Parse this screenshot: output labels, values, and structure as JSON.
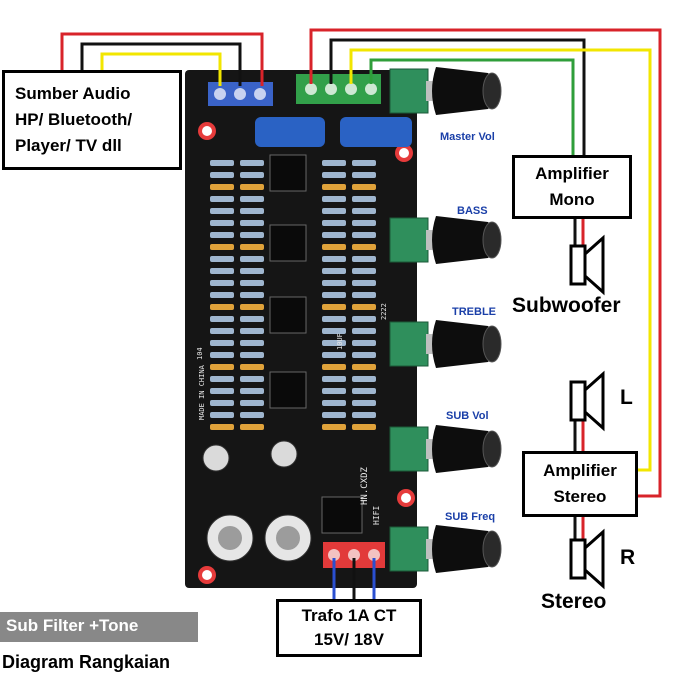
{
  "boxes": {
    "source": "Sumber Audio\nHP/ Bluetooth/\nPlayer/ TV dll",
    "amp_mono": "Amplifier\nMono",
    "amp_stereo": "Amplifier\nStereo",
    "trafo": "Trafo 1A CT\n15V/ 18V"
  },
  "speakers": {
    "subwoofer": "Subwoofer",
    "left": "L",
    "right": "R",
    "stereo": "Stereo"
  },
  "knobs": [
    "Master Vol",
    "BASS",
    "TREBLE",
    "SUB Vol",
    "SUB Freq"
  ],
  "footer": {
    "badge": "Sub Filter +Tone",
    "caption": "Diagram Rangkaian"
  },
  "board_text": [
    "HN.CXDZ",
    "HIFI",
    "MADE IN CHINA",
    "104",
    "10UF",
    "2222"
  ],
  "colors": {
    "wire_red": "#d8232a",
    "wire_black": "#111111",
    "wire_yellow": "#f2e600",
    "wire_green": "#2f9e3a",
    "wire_blue": "#2a4fd0",
    "board": "#151515",
    "knob_label": "#1a3fa8"
  }
}
